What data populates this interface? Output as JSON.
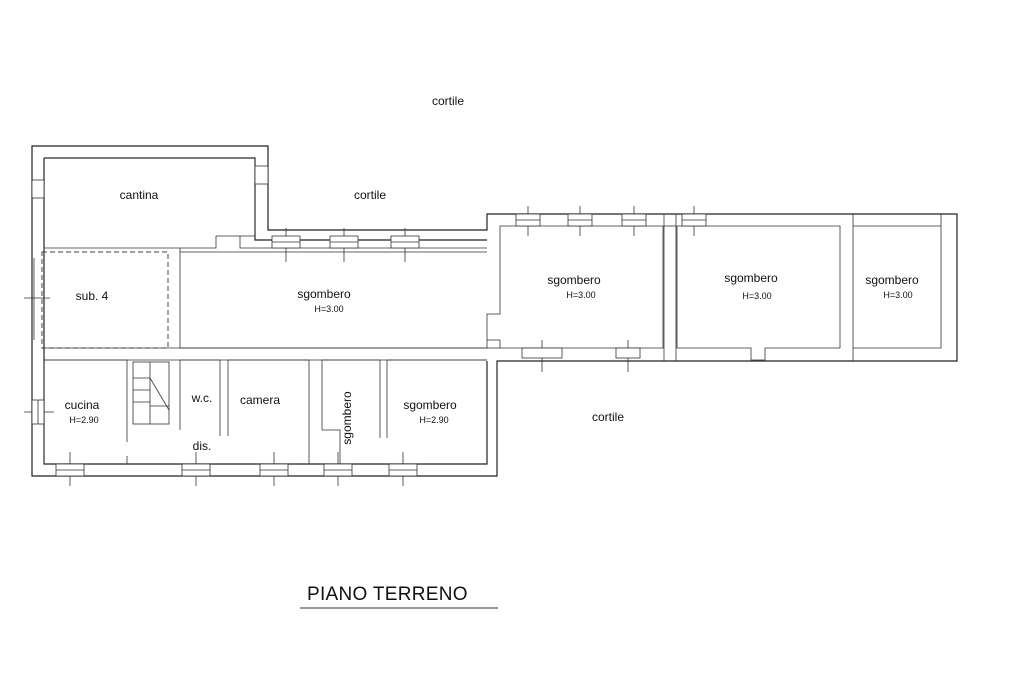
{
  "drawing": {
    "title": "PIANO TERRENO",
    "labels": {
      "cortile_top": "cortile",
      "cortile_mid": "cortile",
      "cortile_right": "cortile",
      "cantina": "cantina",
      "sub4": "sub. 4",
      "sgombero_center": "sgombero",
      "sgombero_center_h": "H=3.00",
      "sgombero_2": "sgombero",
      "sgombero_2_h": "H=3.00",
      "sgombero_3": "sgombero",
      "sgombero_3_h": "H=3.00",
      "sgombero_4": "sgombero",
      "sgombero_4_h": "H=3.00",
      "cucina": "cucina",
      "cucina_h": "H=2.90",
      "wc": "w.c.",
      "dis": "dis.",
      "camera": "camera",
      "sgombero_vertical": "sgombero",
      "sgombero_bottom": "sgombero",
      "sgombero_bottom_h": "H=2.90"
    }
  }
}
